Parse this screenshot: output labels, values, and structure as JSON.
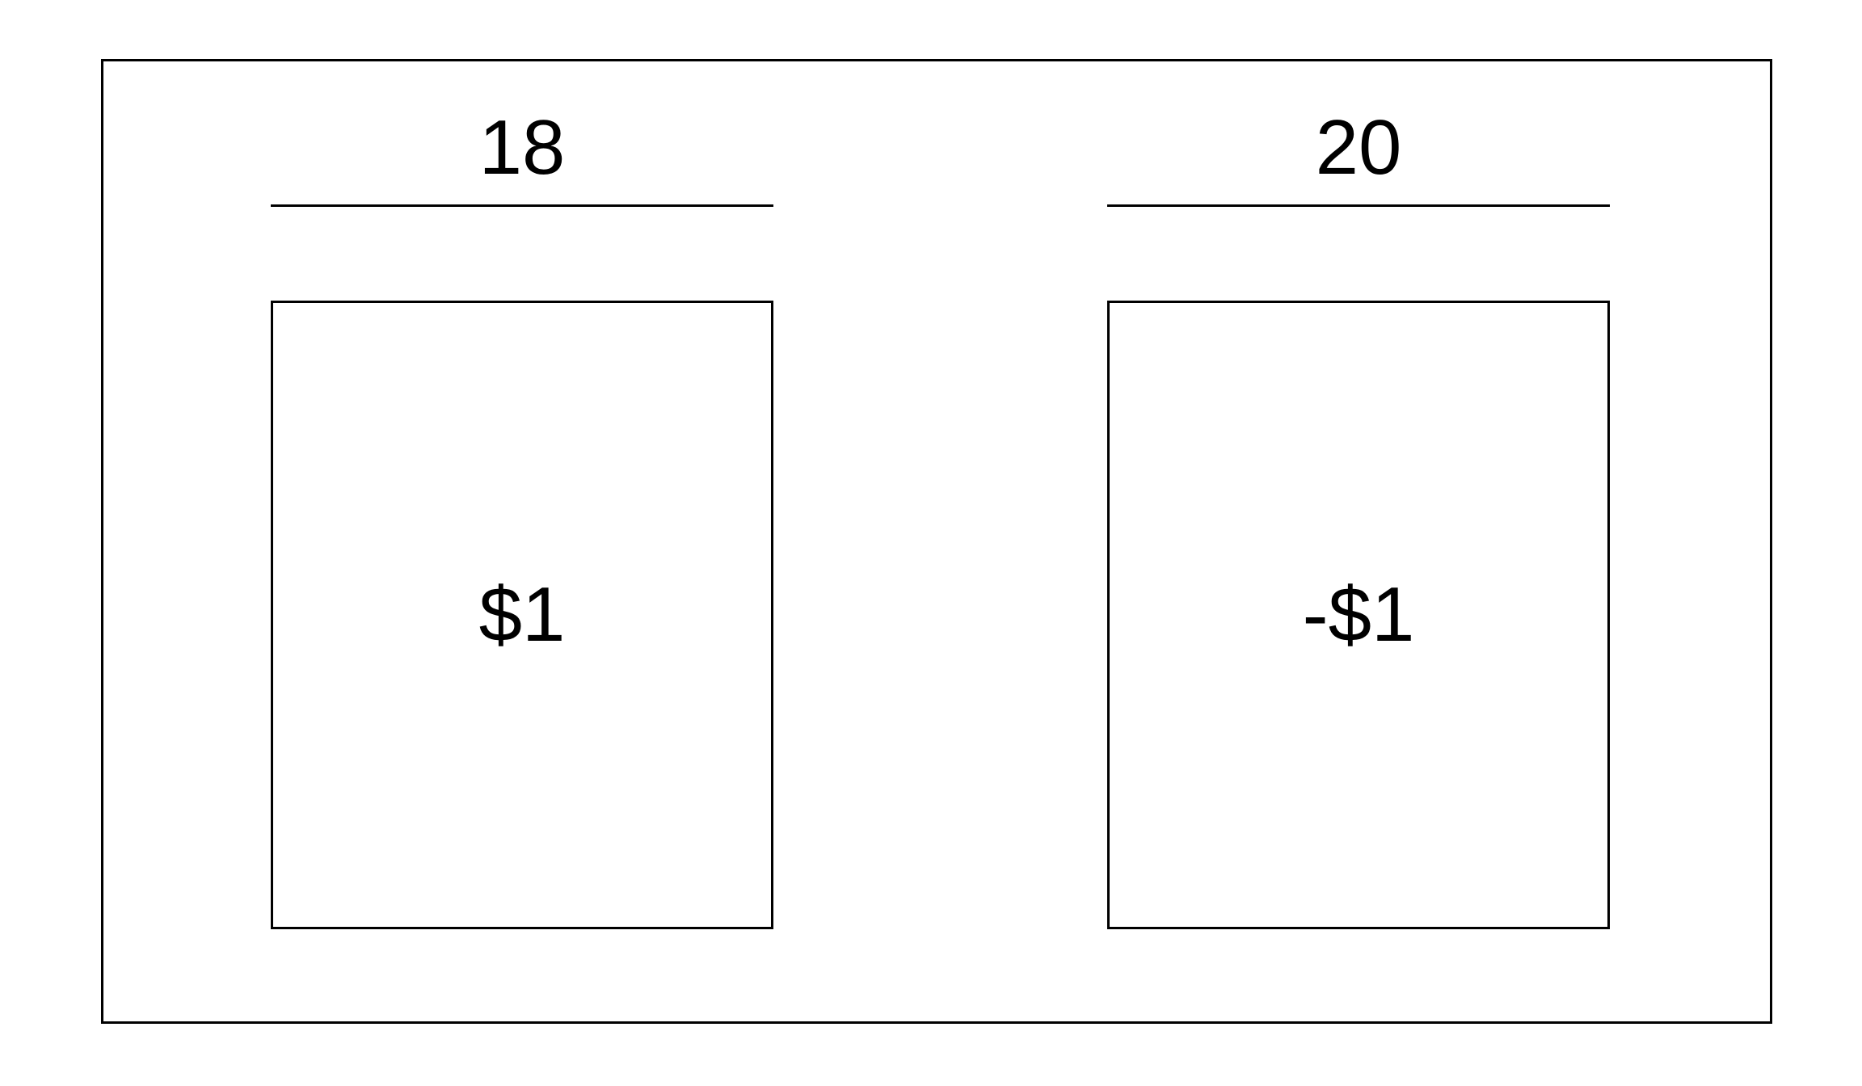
{
  "columns": [
    {
      "header": "18",
      "card_value": "$1"
    },
    {
      "header": "20",
      "card_value": "-$1"
    }
  ],
  "colors": {
    "line": "#000000",
    "background": "#ffffff"
  }
}
